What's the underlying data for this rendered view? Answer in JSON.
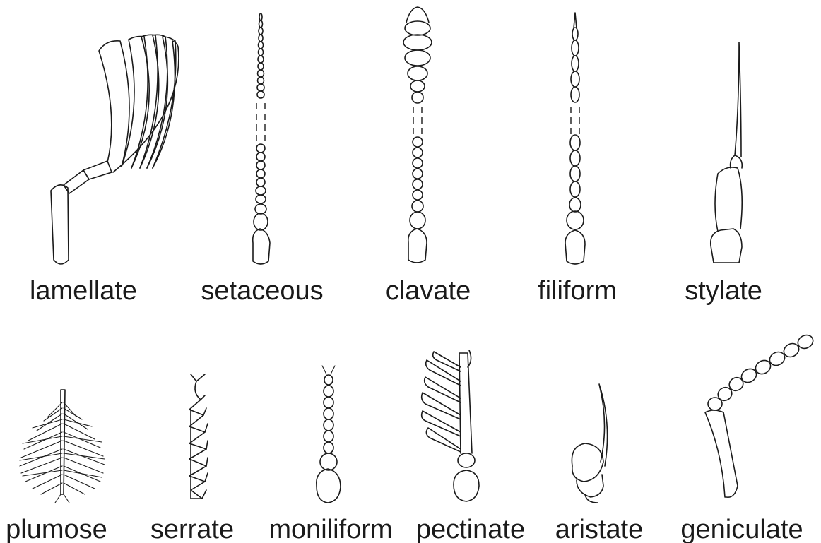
{
  "figure": {
    "row1": [
      {
        "id": "lamellate",
        "label": "lamellate"
      },
      {
        "id": "setaceous",
        "label": "setaceous"
      },
      {
        "id": "clavate",
        "label": "clavate"
      },
      {
        "id": "filiform",
        "label": "filiform"
      },
      {
        "id": "stylate",
        "label": "stylate"
      }
    ],
    "row2": [
      {
        "id": "plumose",
        "label": "plumose"
      },
      {
        "id": "serrate",
        "label": "serrate"
      },
      {
        "id": "moniliform",
        "label": "moniliform"
      },
      {
        "id": "pectinate",
        "label": "pectinate"
      },
      {
        "id": "aristate",
        "label": "aristate"
      },
      {
        "id": "geniculate",
        "label": "geniculate"
      }
    ]
  }
}
